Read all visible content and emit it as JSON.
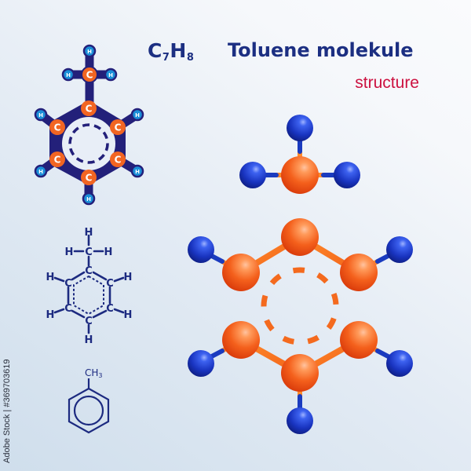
{
  "title": {
    "formula_c": "C",
    "formula_c_count": "7",
    "formula_h": "H",
    "formula_h_count": "8",
    "name": "Toluene molekule",
    "subtitle": "structure"
  },
  "colors": {
    "title": "#1c2f82",
    "subtitle": "#cc1140",
    "carbon": "#f0601e",
    "hydrogen": "#1a3bbf",
    "bond_flat": "#23207a",
    "hydrogen_flat": "#1b8fd8"
  },
  "flat_model": {
    "carbon_label": "C",
    "hydrogen_label": "H"
  },
  "structural_formula": {
    "carbon_label": "C",
    "hydrogen_label": "H"
  },
  "skeletal_formula": {
    "substituent": "CH",
    "substituent_count": "3"
  },
  "watermark": {
    "side_text": "Adobe Stock | #369703619"
  }
}
